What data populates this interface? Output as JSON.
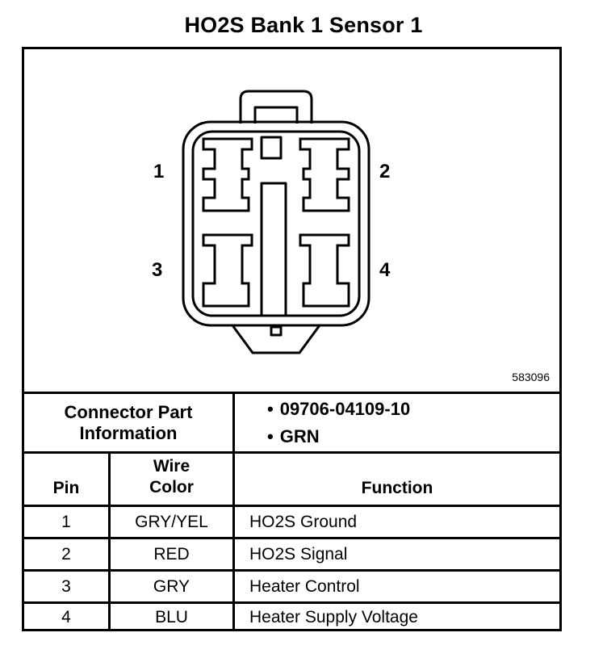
{
  "title": "HO2S Bank 1 Sensor 1",
  "diagram": {
    "pin_labels": [
      "1",
      "2",
      "3",
      "4"
    ],
    "figure_id": "583096"
  },
  "connector_info": {
    "label_line1": "Connector Part",
    "label_line2": "Information",
    "items": [
      "09706-04109-10",
      "GRN"
    ],
    "bullet": "•"
  },
  "table": {
    "headers": {
      "pin": "Pin",
      "wire_color_line1": "Wire",
      "wire_color_line2": "Color",
      "function": "Function"
    },
    "rows": [
      {
        "pin": "1",
        "color": "GRY/YEL",
        "function": "HO2S Ground"
      },
      {
        "pin": "2",
        "color": "RED",
        "function": "HO2S Signal"
      },
      {
        "pin": "3",
        "color": "GRY",
        "function": "Heater Control"
      },
      {
        "pin": "4",
        "color": "BLU",
        "function": "Heater Supply Voltage"
      }
    ]
  }
}
